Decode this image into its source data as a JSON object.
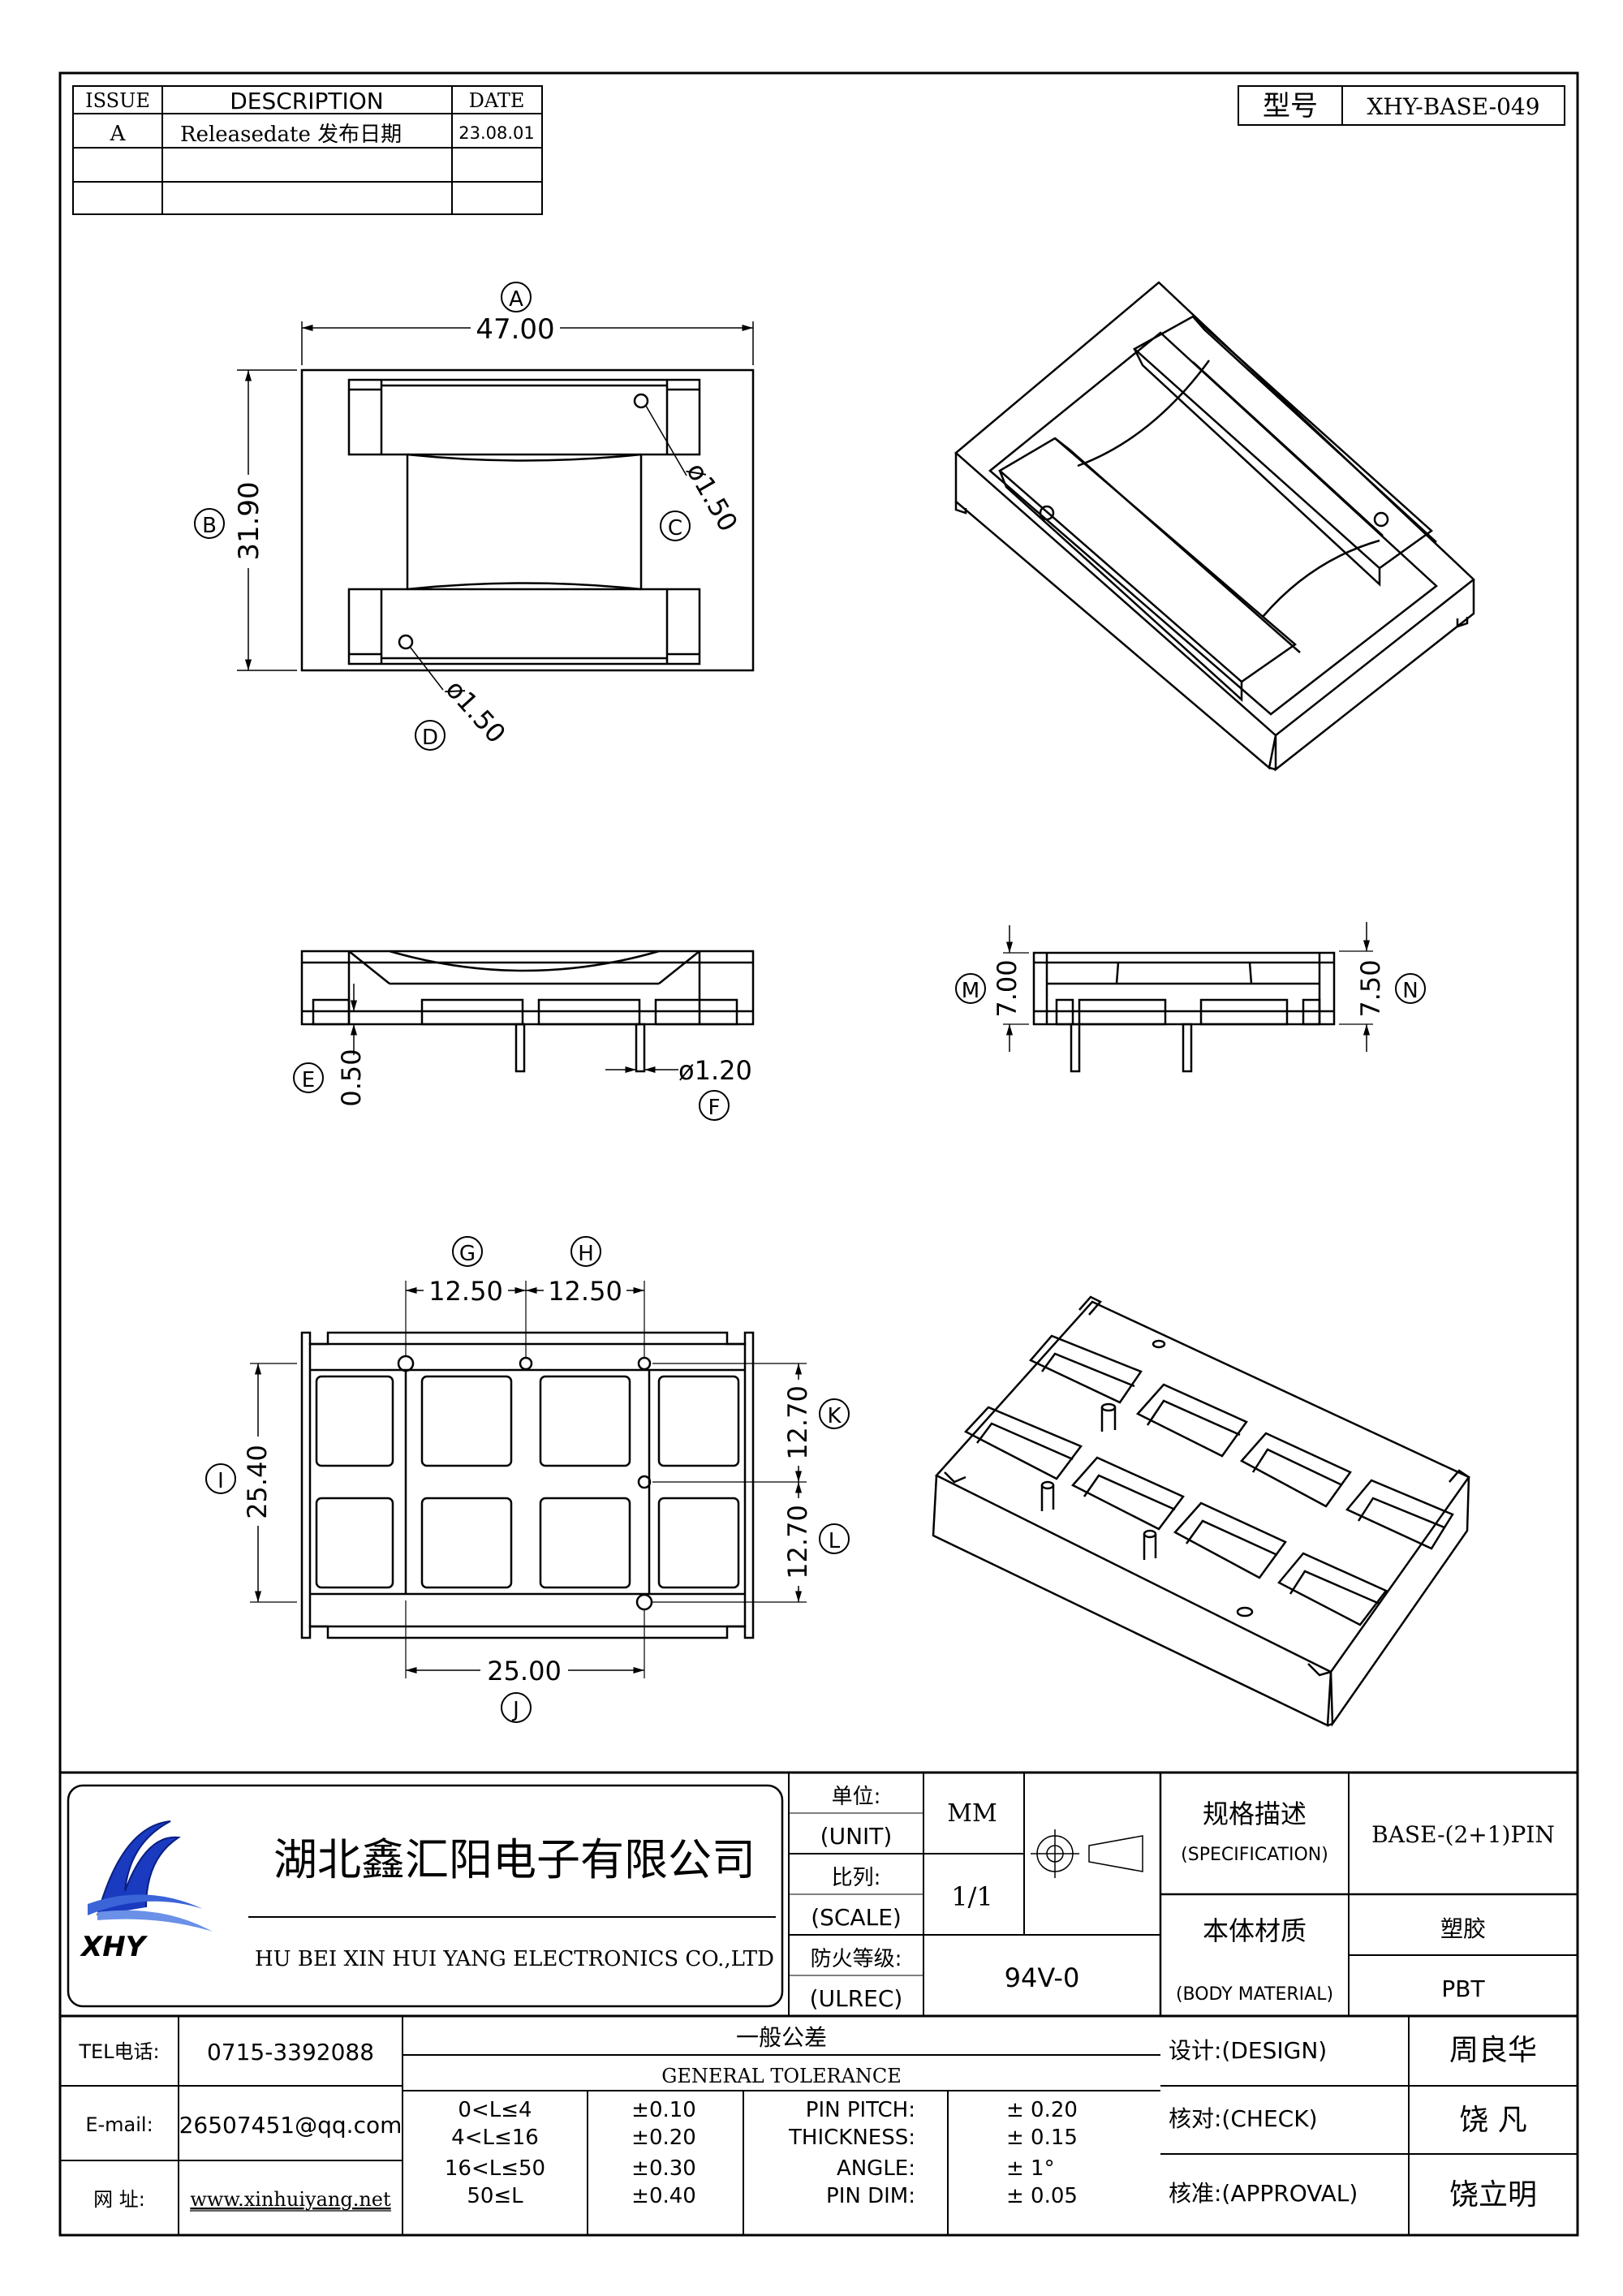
{
  "revision_table": {
    "headers": {
      "issue": "ISSUE",
      "description": "DESCRIPTION",
      "date": "DATE"
    },
    "rows": [
      {
        "issue": "A",
        "description": "Releasedate 发布日期",
        "date": "23.08.01"
      }
    ]
  },
  "model": {
    "label": "型号",
    "value": "XHY-BASE-049"
  },
  "dimensions": {
    "A": {
      "tag": "A",
      "value": "47.00"
    },
    "B": {
      "tag": "B",
      "value": "31.90"
    },
    "C": {
      "tag": "C",
      "value": "ø1.50"
    },
    "D": {
      "tag": "D",
      "value": "ø1.50"
    },
    "E": {
      "tag": "E",
      "value": "0.50"
    },
    "F": {
      "tag": "F",
      "value": "ø1.20"
    },
    "G": {
      "tag": "G",
      "value": "12.50"
    },
    "H": {
      "tag": "H",
      "value": "12.50"
    },
    "I": {
      "tag": "I",
      "value": "25.40"
    },
    "J": {
      "tag": "J",
      "value": "25.00"
    },
    "K": {
      "tag": "K",
      "value": "12.70"
    },
    "L": {
      "tag": "L",
      "value": "12.70"
    },
    "M": {
      "tag": "M",
      "value": "7.00"
    },
    "N": {
      "tag": "N",
      "value": "7.50"
    }
  },
  "company": {
    "name_cn": "湖北鑫汇阳电子有限公司",
    "name_en": "HU BEI XIN HUI YANG ELECTRONICS CO.,LTD",
    "logo_text": "XHY"
  },
  "title_block": {
    "unit_label_cn": "单位:",
    "unit_label_en": "(UNIT)",
    "unit_value": "MM",
    "scale_label_cn": "比列:",
    "scale_label_en": "(SCALE)",
    "scale_value": "1/1",
    "ulrec_label_cn": "防火等级:",
    "ulrec_label_en": "(ULREC)",
    "ulrec_value": "94V-0",
    "spec_label_cn": "规格描述",
    "spec_label_en": "(SPECIFICATION)",
    "spec_value": "BASE-(2+1)PIN",
    "material_label_cn": "本体材质",
    "material_label_en": "(BODY MATERIAL)",
    "material_value_cn": "塑胶",
    "material_value_en": "PBT"
  },
  "contact": {
    "tel_label": "TEL电话:",
    "tel_value": "0715-3392088",
    "email_label": "E-mail:",
    "email_value": "26507451@qq.com",
    "web_label": "网  址:",
    "web_value": "www.xinhuiyang.net"
  },
  "tolerance": {
    "title_cn": "一般公差",
    "title_en": "GENERAL TOLERANCE",
    "length_ranges": [
      {
        "range": "0<L≤4",
        "tol": "±0.10"
      },
      {
        "range": "4<L≤16",
        "tol": "±0.20"
      },
      {
        "range": "16<L≤50",
        "tol": "±0.30"
      },
      {
        "range": "50≤L",
        "tol": "±0.40"
      }
    ],
    "params": [
      {
        "name": "PIN PITCH:",
        "tol": "± 0.20"
      },
      {
        "name": "THICKNESS:",
        "tol": "± 0.15"
      },
      {
        "name": "ANGLE:",
        "tol": "± 1°"
      },
      {
        "name": "PIN DIM:",
        "tol": "± 0.05"
      }
    ]
  },
  "approvals": {
    "design_label": "设计:(DESIGN)",
    "design_name": "周良华",
    "check_label": "核对:(CHECK)",
    "check_name": "饶 凡",
    "approval_label": "核准:(APPROVAL)",
    "approval_name": "饶立明"
  }
}
